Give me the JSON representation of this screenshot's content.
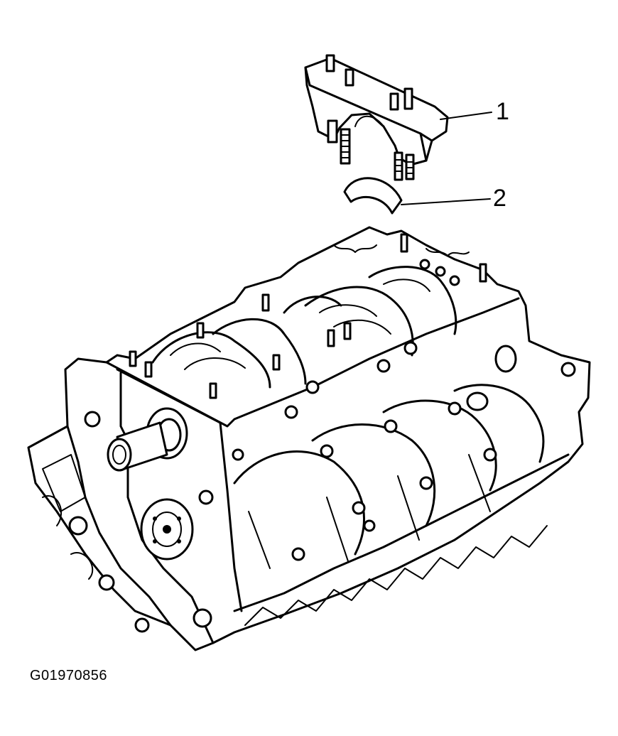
{
  "callouts": [
    {
      "id": "1",
      "label": "1"
    },
    {
      "id": "2",
      "label": "2"
    }
  ],
  "figure_code": "G01970856"
}
